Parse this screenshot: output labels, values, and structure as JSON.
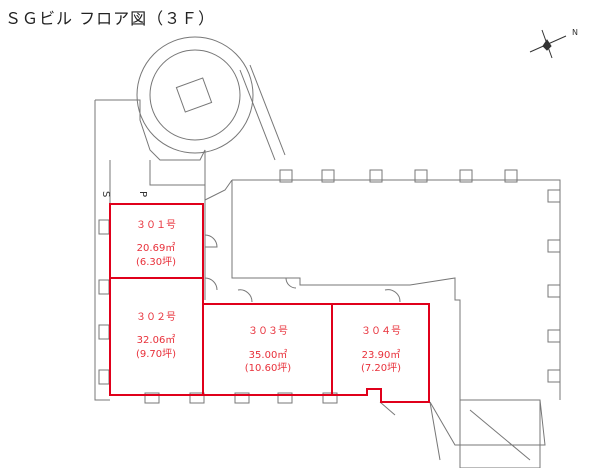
{
  "title": "ＳＧビル フロア図（３Ｆ）",
  "labels": {
    "s": "S",
    "p": "P"
  },
  "rooms": [
    {
      "name": "３０１号",
      "area": "20.69㎡",
      "tsubo": "(6.30坪)"
    },
    {
      "name": "３０２号",
      "area": "32.06㎡",
      "tsubo": "(9.70坪)"
    },
    {
      "name": "３０３号",
      "area": "35.00㎡",
      "tsubo": "(10.60坪)"
    },
    {
      "name": "３０４号",
      "area": "23.90㎡",
      "tsubo": "(7.20坪)"
    }
  ],
  "colors": {
    "room_outline": "#e0001b",
    "wall": "#777777"
  }
}
